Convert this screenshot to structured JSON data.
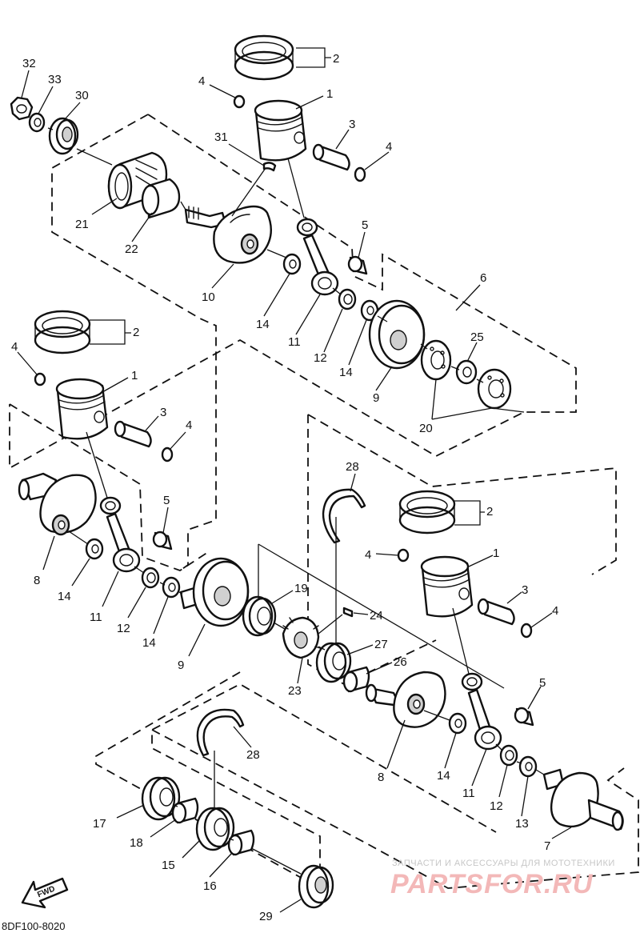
{
  "diagram_code": "8DF100-8020",
  "fwd_label": "FWD",
  "watermark": {
    "line1": "ЗАПЧАСТИ И АКСЕССУАРЫ ДЛЯ МОТОТЕХНИКИ",
    "line2": "PARTSFOR.RU"
  },
  "callouts": {
    "c32": "32",
    "c33": "33",
    "c30": "30",
    "c21": "21",
    "c22": "22",
    "c10": "10",
    "c31": "31",
    "c2a": "2",
    "c4a": "4",
    "c1a": "1",
    "c3a": "3",
    "c4b": "4",
    "c5a": "5",
    "c6": "6",
    "c14a": "14",
    "c11a": "11",
    "c12a": "12",
    "c14b": "14",
    "c9a": "9",
    "c25": "25",
    "c20": "20",
    "c2b": "2",
    "c4c": "4",
    "c1b": "1",
    "c3b": "3",
    "c4d": "4",
    "c5b": "5",
    "c8a": "8",
    "c14c": "14",
    "c11b": "11",
    "c12b": "12",
    "c14d": "14",
    "c9b": "9",
    "c19": "19",
    "c24": "24",
    "c27": "27",
    "c26": "26",
    "c23": "23",
    "c28a": "28",
    "c2c": "2",
    "c4e": "4",
    "c1c": "1",
    "c3c": "3",
    "c4f": "4",
    "c5c": "5",
    "c8b": "8",
    "c14e": "14",
    "c11c": "11",
    "c12c": "12",
    "c13": "13",
    "c7": "7",
    "c28b": "28",
    "c17": "17",
    "c18": "18",
    "c15": "15",
    "c16": "16",
    "c29": "29"
  }
}
